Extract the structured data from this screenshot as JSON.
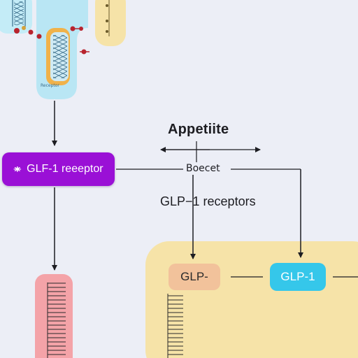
{
  "diagram": {
    "title": "Appetiite",
    "hub_label": "Boecet",
    "subtitle": "GLP−1 receptors",
    "receptor_node": {
      "glyph": "⁕",
      "label": "GLF-1 reeeptor"
    },
    "glp_short_node": {
      "label": "GLP-"
    },
    "glp1_node": {
      "label": "GLP-1"
    },
    "tube_label": "Receptor"
  },
  "colors": {
    "background": "#eceef6",
    "receptor_purple": "#9a10d6",
    "glp_peach": "#f2c29b",
    "glp1_cyan": "#35c7ea",
    "panel_yellow": "#f6e3a8",
    "tube_blue": "#b9e6f4",
    "tube_pink": "#f4a3a8",
    "molecule_red": "#b8242e",
    "helix_orange": "#f0b24a"
  }
}
